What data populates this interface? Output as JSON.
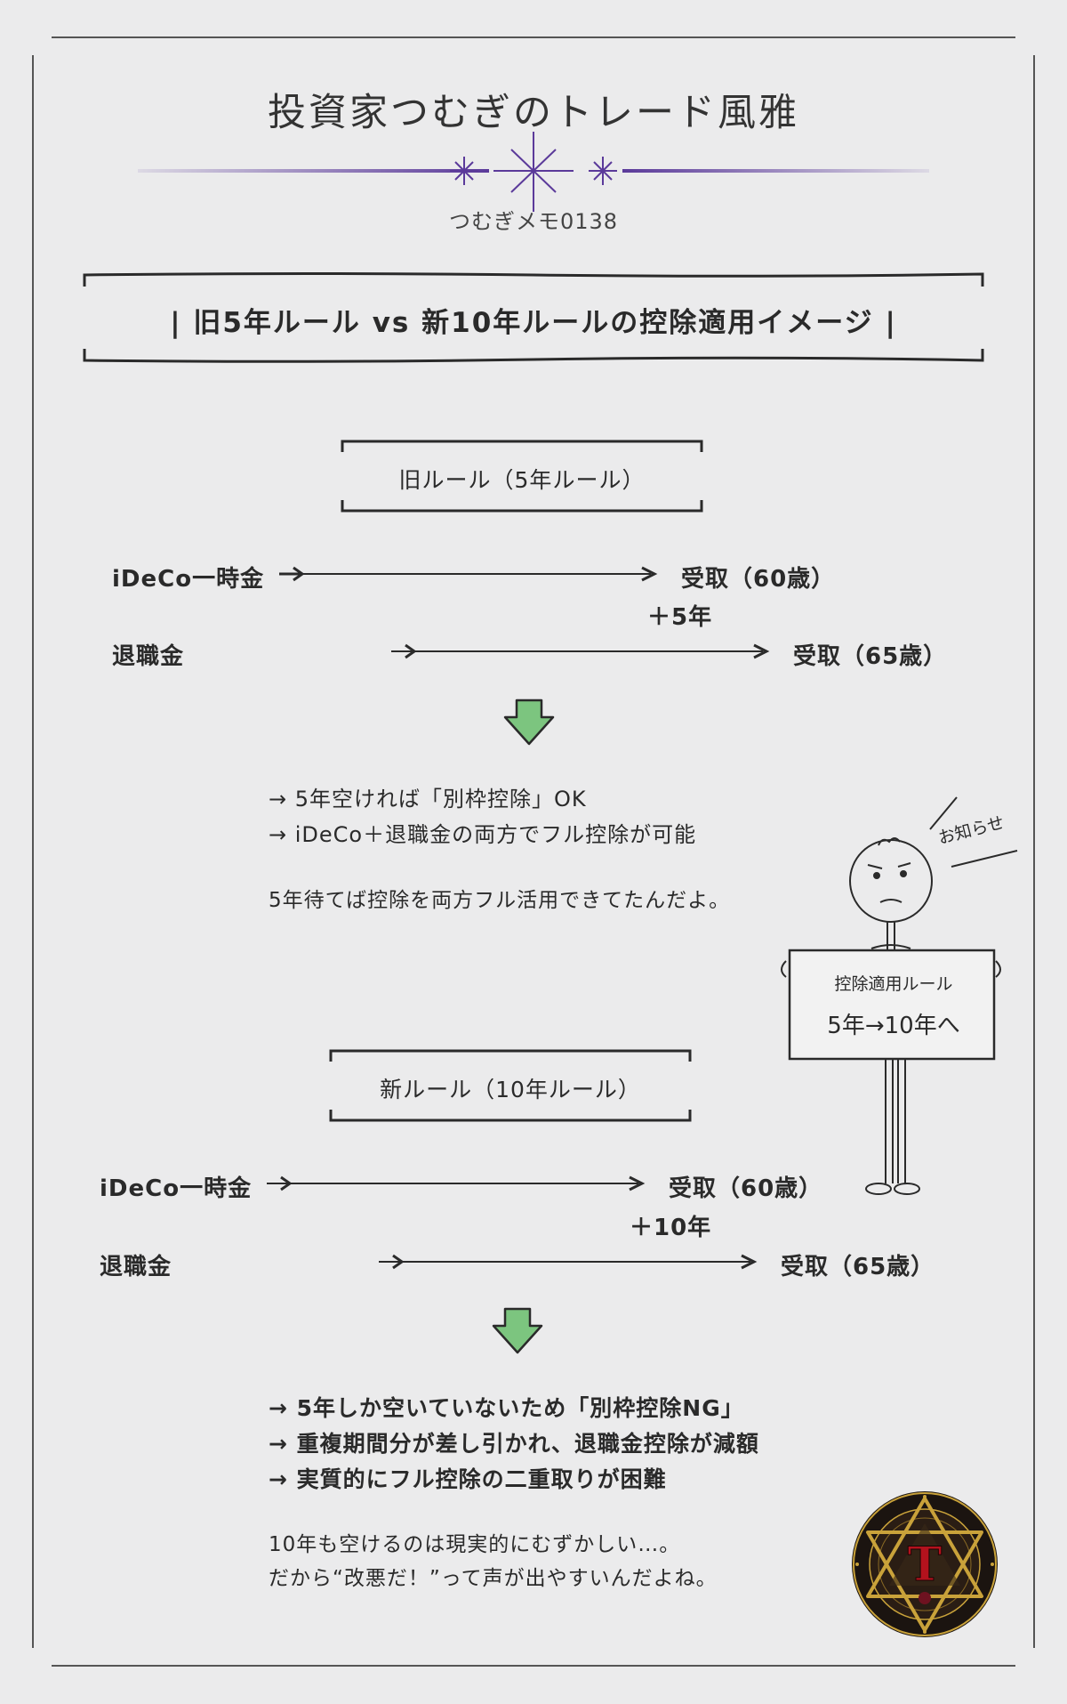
{
  "header": {
    "title": "投資家つむぎのトレード風雅",
    "memo": "つむぎメモ0138",
    "accent_color": "#5b3a9a"
  },
  "banner": {
    "text": "| 旧5年ルール vs 新10年ルールの控除適用イメージ |"
  },
  "old_rule": {
    "title": "旧ルール（5年ルール）",
    "ideco_label": "iDeCo一時金",
    "ideco_receipt": "受取（60歳）",
    "gap": "＋5年",
    "retire_label": "退職金",
    "retire_receipt": "受取（65歳）",
    "points": [
      "→ 5年空ければ「別枠控除」OK",
      "→ iDeCo＋退職金の両方でフル控除が可能"
    ],
    "comment": "5年待てば控除を両方フル活用できてたんだよ。"
  },
  "new_rule": {
    "title": "新ルール（10年ルール）",
    "ideco_label": "iDeCo一時金",
    "ideco_receipt": "受取（60歳）",
    "gap": "＋10年",
    "retire_label": "退職金",
    "retire_receipt": "受取（65歳）",
    "points": [
      "→ 5年しか空いていないため「別枠控除NG」",
      "→ 重複期間分が差し引かれ、退職金控除が減額",
      "→ 実質的にフル控除の二重取りが困難"
    ],
    "comment_lines": [
      "10年も空けるのは現実的にむずかしい…。",
      "だから“改悪だ！”って声が出やすいんだよね。"
    ]
  },
  "character": {
    "speech": "お知らせ",
    "sign_line1": "控除適用ルール",
    "sign_line2": "5年→10年へ"
  },
  "colors": {
    "down_arrow": "#7cc57f",
    "logo_gold": "#c9a23a",
    "logo_red": "#b3121d"
  }
}
